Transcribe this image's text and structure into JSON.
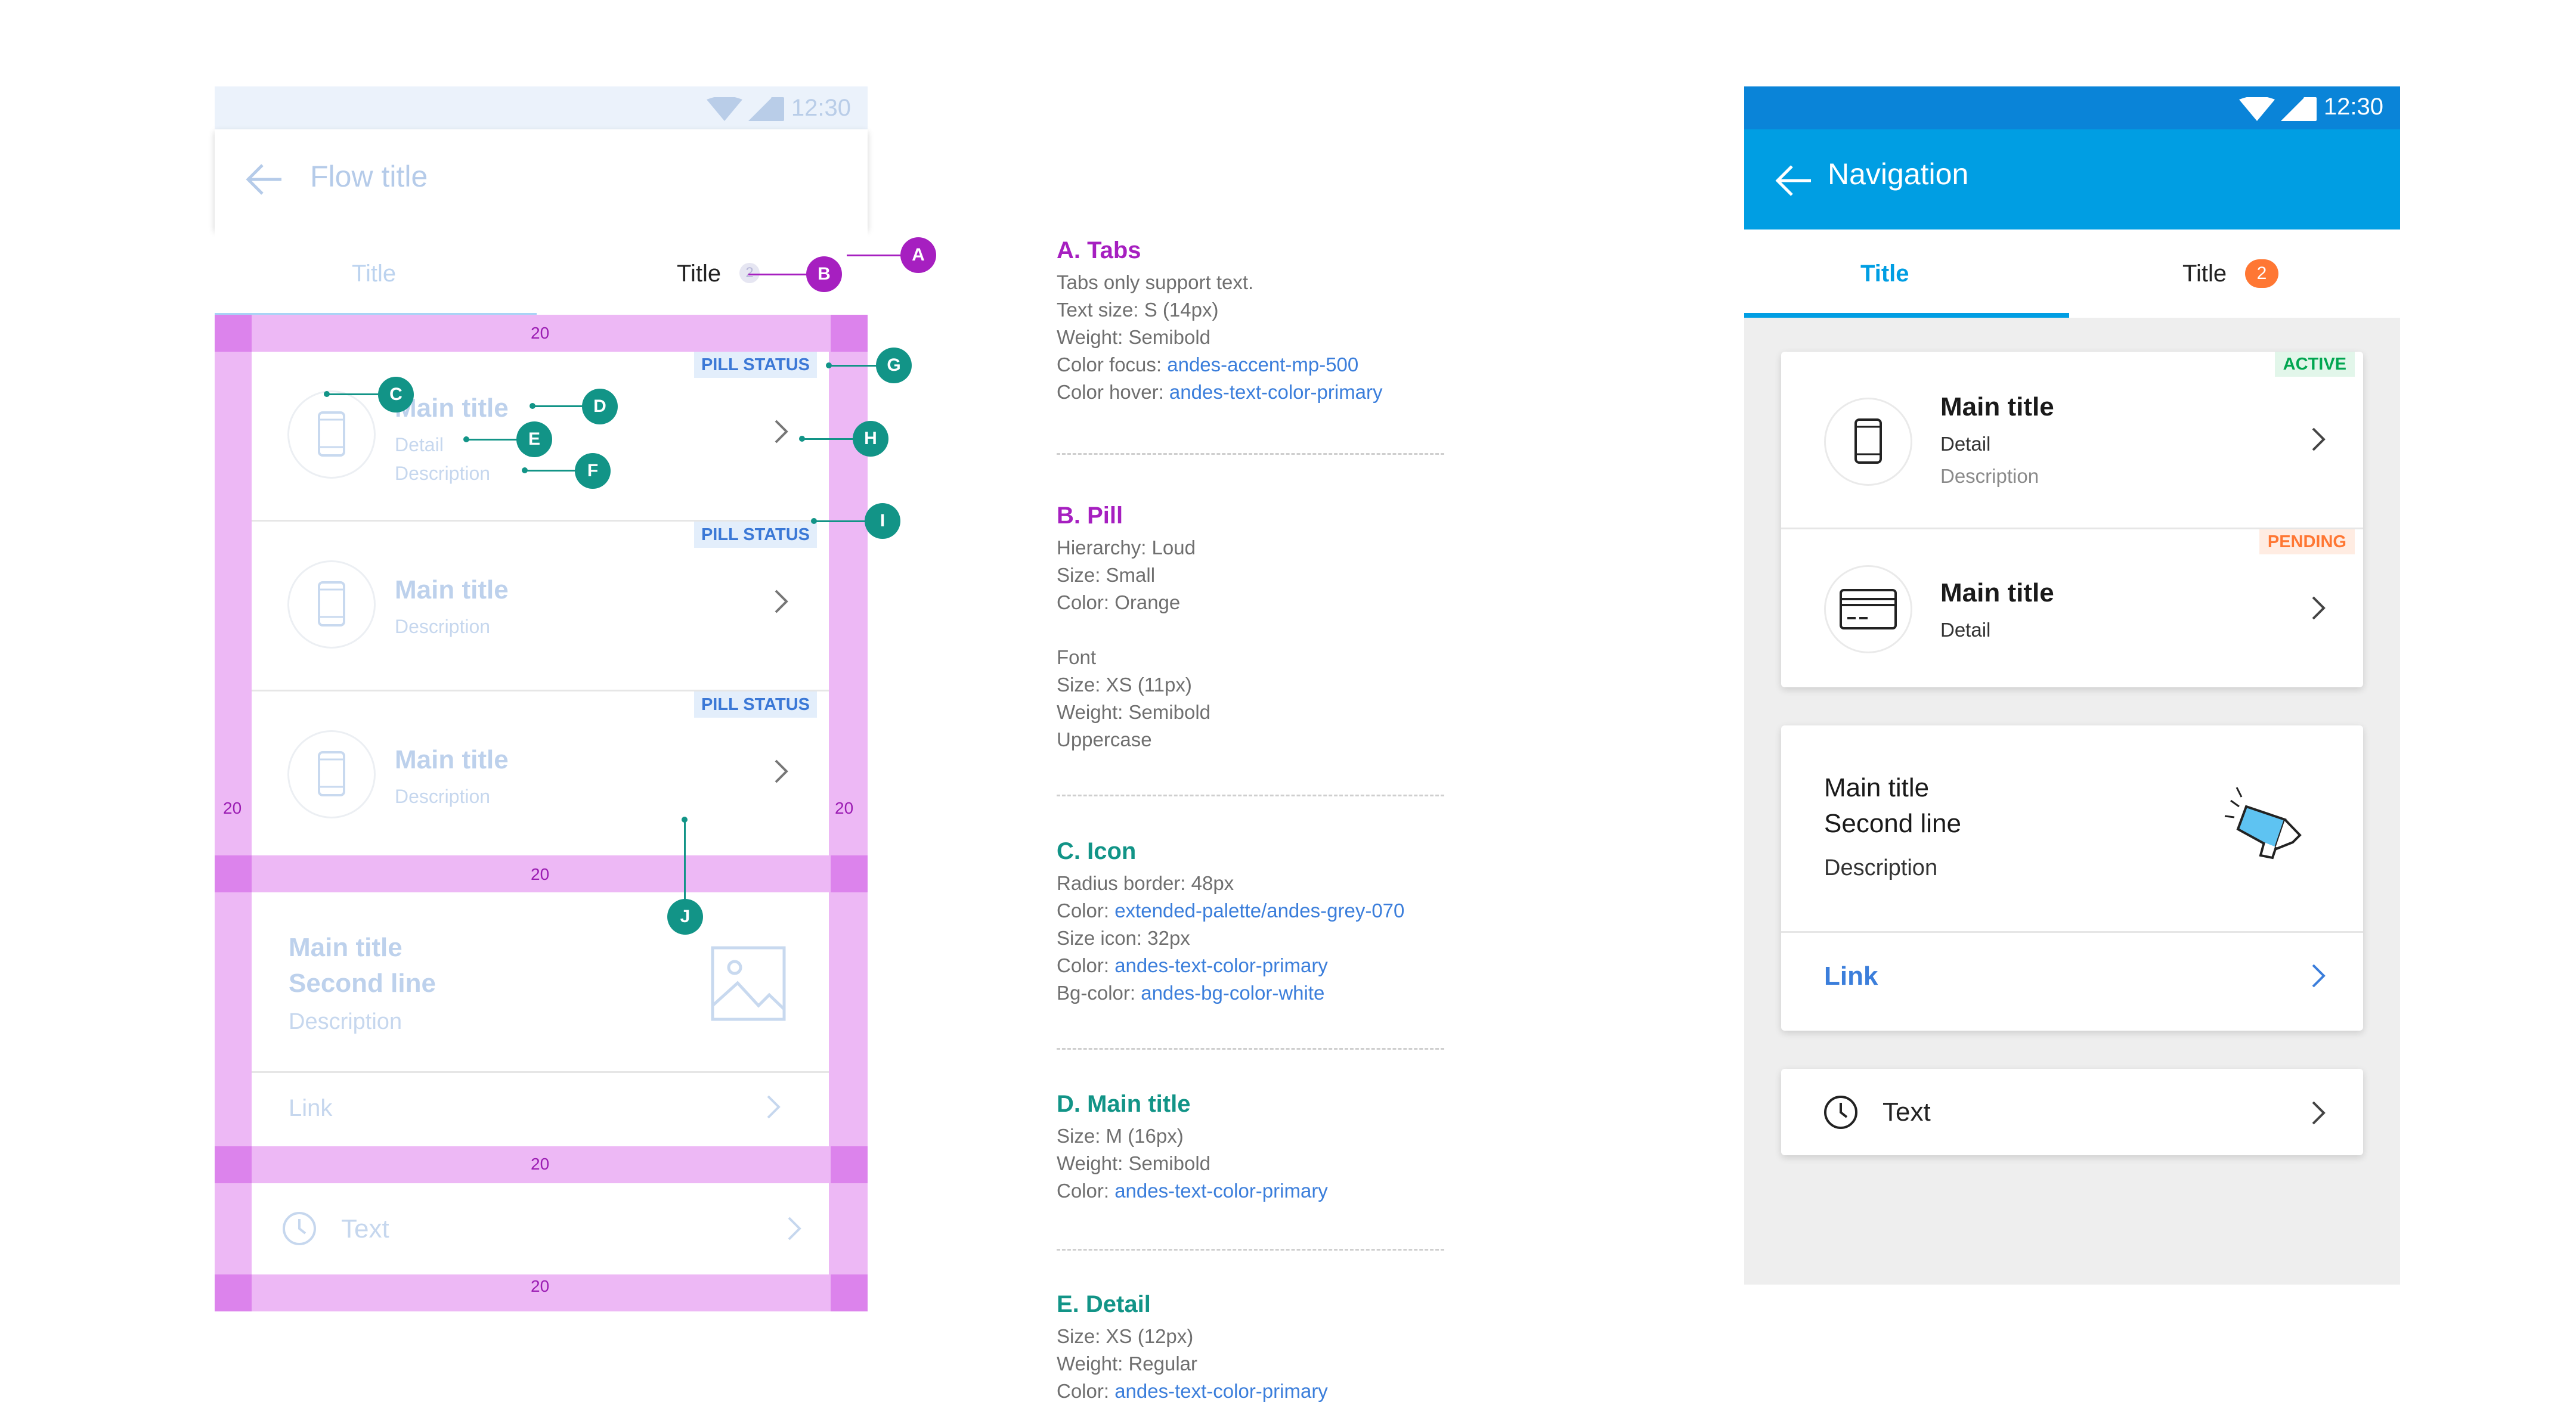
{
  "colors": {
    "spec_pink": "#edb8f5",
    "spec_pink_dark": "#dc83ec",
    "marker_purple": "#a61fc0",
    "marker_teal": "#129487",
    "primary_blue": "#009ee3",
    "status_blue": "#0a84d8",
    "active_green": "#00a650",
    "pending_orange": "#ff7733",
    "link_blue": "#3b7edb"
  },
  "left_phone": {
    "status_time": "12:30",
    "appbar_title": "Flow title",
    "tabs": [
      {
        "label": "Title"
      },
      {
        "label": "Title",
        "badge": "2"
      }
    ],
    "spacing": {
      "top": "20",
      "left": "20",
      "right": "20",
      "between": "20",
      "between2": "20",
      "bottom": "20"
    },
    "group_rows": [
      {
        "pill": "PILL STATUS",
        "main": "Main title",
        "detail": "Detail",
        "description": "Description"
      },
      {
        "pill": "PILL STATUS",
        "main": "Main title",
        "description": "Description"
      },
      {
        "pill": "PILL STATUS",
        "main": "Main title",
        "description": "Description"
      }
    ],
    "media_card": {
      "line1": "Main title",
      "line2": "Second line",
      "description": "Description",
      "link": "Link"
    },
    "text_row": {
      "label": "Text"
    }
  },
  "markers": {
    "A": "A",
    "B": "B",
    "C": "C",
    "D": "D",
    "E": "E",
    "F": "F",
    "G": "G",
    "H": "H",
    "I": "I",
    "J": "J"
  },
  "docs": {
    "tabs": {
      "heading": "A. Tabs",
      "l1": "Tabs only support text.",
      "l2": "Text size: S (14px)",
      "l3": "Weight: Semibold",
      "l4_label": "Color focus: ",
      "l4_link": "andes-accent-mp-500",
      "l5_label": "Color hover: ",
      "l5_link": "andes-text-color-primary"
    },
    "pill": {
      "heading": "B. Pill",
      "l1": "Hierarchy: Loud",
      "l2": "Size: Small",
      "l3": "Color: Orange",
      "l4": "Font",
      "l5": "Size: XS (11px)",
      "l6": "Weight: Semibold",
      "l7": "Uppercase"
    },
    "icon": {
      "heading": "C. Icon",
      "l1": "Radius border: 48px",
      "l2_label": "Color: ",
      "l2_link": "extended-palette/andes-grey-070",
      "l3": "Size icon: 32px",
      "l4_label": "Color: ",
      "l4_link": "andes-text-color-primary",
      "l5_label": "Bg-color: ",
      "l5_link": "andes-bg-color-white"
    },
    "main_title": {
      "heading": "D. Main title",
      "l1": "Size: M (16px)",
      "l2": "Weight: Semibold",
      "l3_label": "Color: ",
      "l3_link": "andes-text-color-primary"
    },
    "detail": {
      "heading": "E. Detail",
      "l1": "Size: XS (12px)",
      "l2": "Weight: Regular",
      "l3_label": "Color: ",
      "l3_link": "andes-text-color-primary"
    }
  },
  "right_phone": {
    "status_time": "12:30",
    "appbar_title": "Navigation",
    "tabs": [
      {
        "label": "Title"
      },
      {
        "label": "Title",
        "badge": "2"
      }
    ],
    "group_rows": [
      {
        "pill": "ACTIVE",
        "main": "Main title",
        "detail": "Detail",
        "description": "Description",
        "icon": "smartphone-icon"
      },
      {
        "pill": "PENDING",
        "main": "Main title",
        "detail": "Detail",
        "icon": "credit-card-icon"
      }
    ],
    "media_card": {
      "line1": "Main title",
      "line2": "Second line",
      "description": "Description",
      "link": "Link",
      "icon": "megaphone-icon"
    },
    "text_row": {
      "label": "Text",
      "icon": "clock-icon"
    }
  }
}
